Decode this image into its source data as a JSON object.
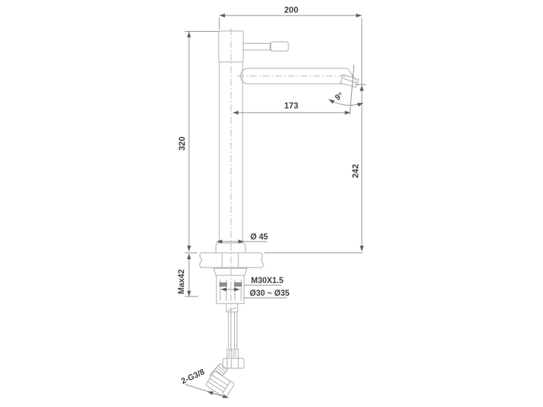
{
  "drawing": {
    "colors": {
      "background": "#ffffff",
      "part_line": "#a9a9a9",
      "dimension_line": "#8a8a8a",
      "text": "#3e3e3e"
    },
    "labels": {
      "reach_total": "200",
      "height_total": "320",
      "reach_axis": "173",
      "spout_height": "242",
      "spout_angle": "9°",
      "base_diameter": "Ø 45",
      "max_thickness": "Max42",
      "mount_thread": "M30X1.5",
      "hole_range": "Ø30 ~ Ø35",
      "inlet_thread": "2-G3/8"
    }
  }
}
